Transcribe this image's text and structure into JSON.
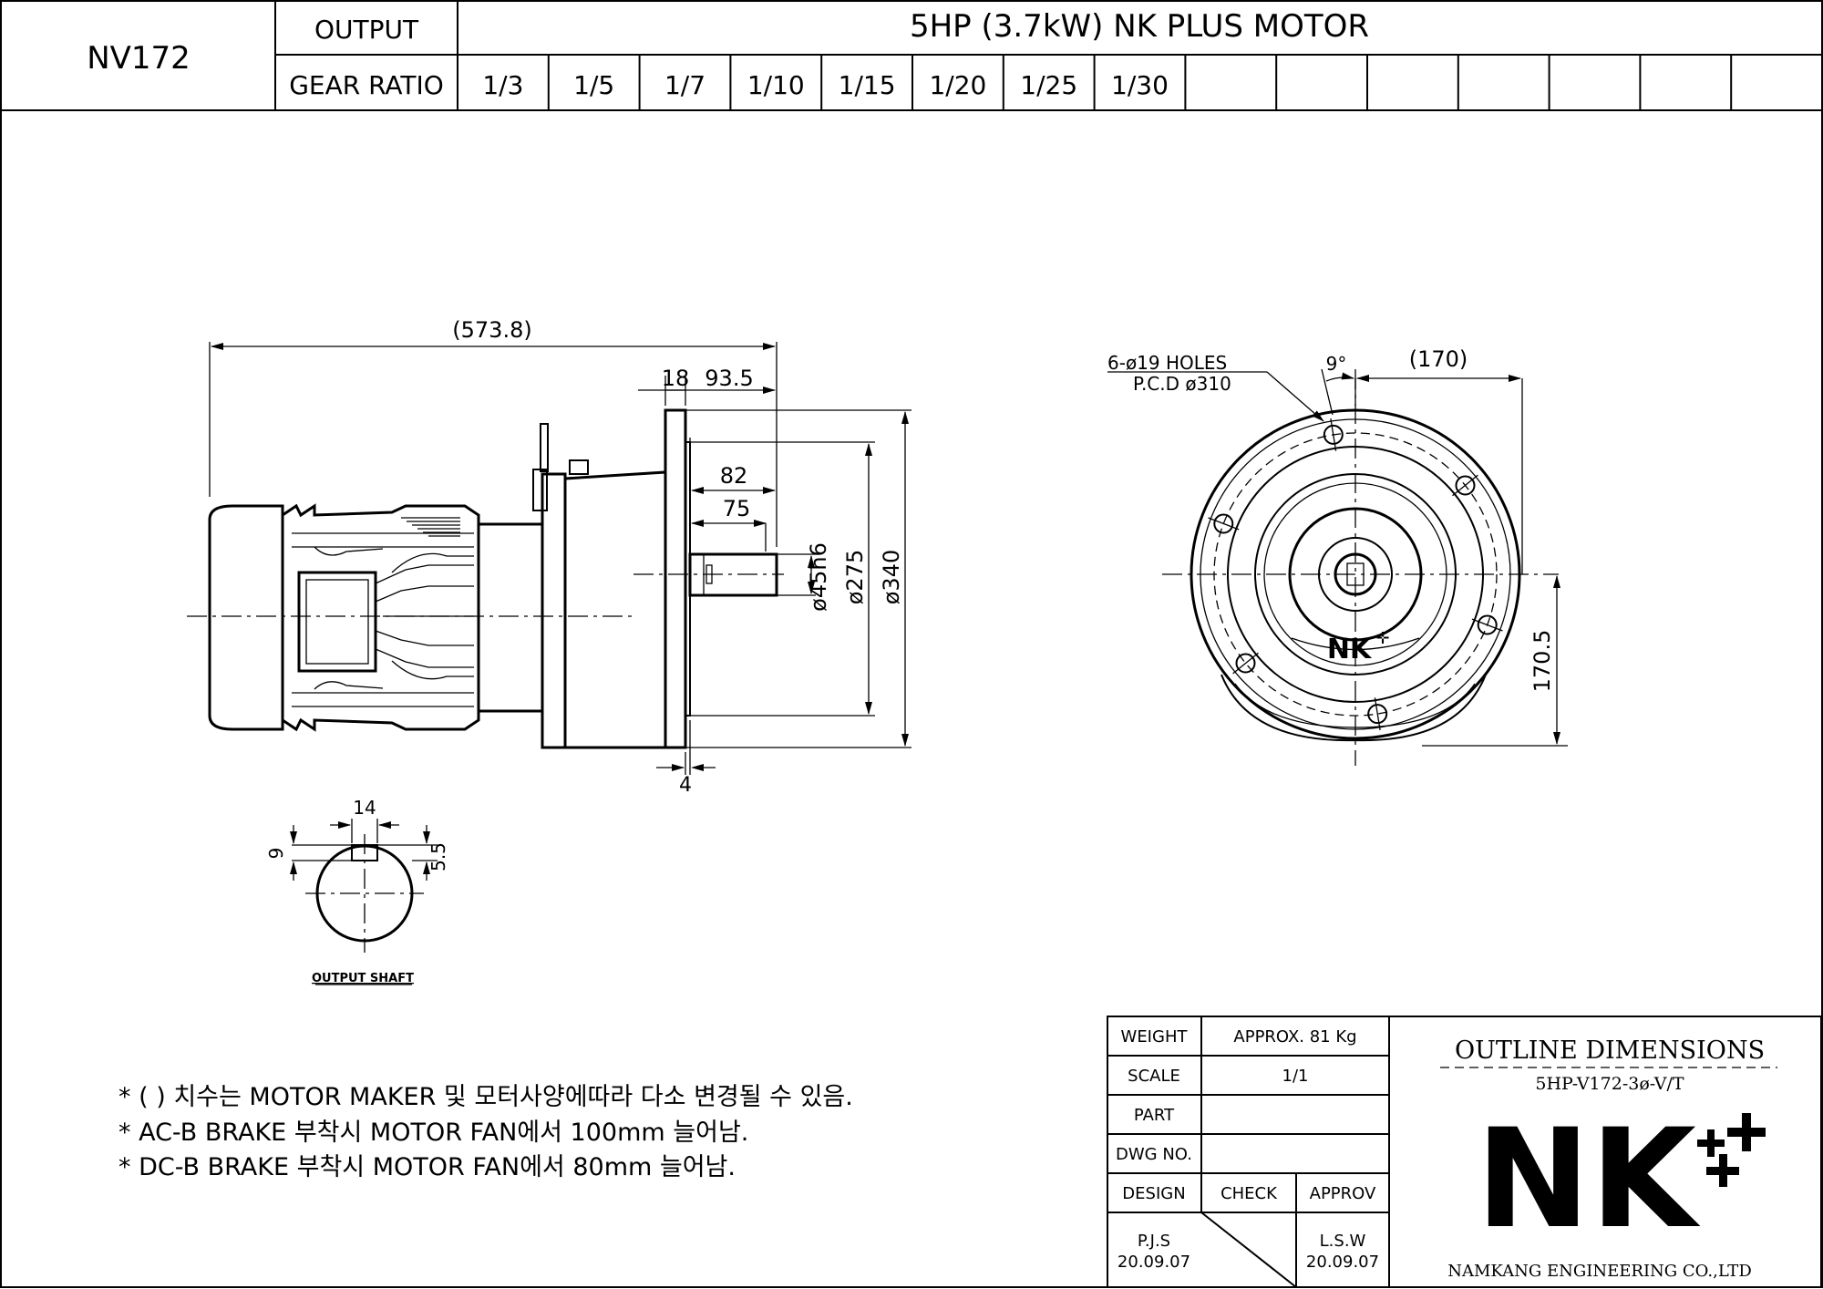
{
  "header": {
    "model": "NV172",
    "output_label": "OUTPUT",
    "output_value": "5HP (3.7kW) NK PLUS MOTOR",
    "gear_ratio_label": "GEAR RATIO",
    "ratios": [
      "1/3",
      "1/5",
      "1/7",
      "1/10",
      "1/15",
      "1/20",
      "1/25",
      "1/30",
      "",
      "",
      "",
      "",
      "",
      "",
      ""
    ]
  },
  "side_view": {
    "dim_overall": "(573.8)",
    "dim_flange_thk": "18",
    "dim_shaft_len": "93.5",
    "dim_82": "82",
    "dim_75": "75",
    "dim_shaft_dia": "ø45h6",
    "dim_spigot": "ø275",
    "dim_flange_dia": "ø340",
    "dim_4": "4"
  },
  "front_view": {
    "holes_line1": "6-ø19 HOLES",
    "holes_line2": "P.C.D ø310",
    "angle": "9°",
    "dim_170": "(170)",
    "dim_170_5": "170.5",
    "logo": "NK"
  },
  "shaft_detail": {
    "dim_14": "14",
    "dim_9": "9",
    "dim_5_5": "5.5",
    "label": "OUTPUT SHAFT"
  },
  "notes": [
    "* (   ) 치수는 MOTOR MAKER 및 모터사양에따라 다소 변경될 수 있음.",
    "* AC-B BRAKE 부착시 MOTOR FAN에서 100mm 늘어남.",
    "* DC-B BRAKE 부착시 MOTOR FAN에서 80mm 늘어남."
  ],
  "title_block": {
    "weight_label": "WEIGHT",
    "weight_value": "APPROX. 81 Kg",
    "scale_label": "SCALE",
    "scale_value": "1/1",
    "part_label": "PART",
    "part_value": "",
    "dwg_label": "DWG NO.",
    "dwg_value": "",
    "design_label": "DESIGN",
    "check_label": "CHECK",
    "approv_label": "APPROV",
    "design_name": "P.J.S",
    "design_date": "20.09.07",
    "approv_name": "L.S.W",
    "approv_date": "20.09.07",
    "outline_title": "OUTLINE DIMENSIONS",
    "outline_code": "5HP-V172-3ø-V/T",
    "company_logo": "NK",
    "company_name": "NAMKANG ENGINEERING CO.,LTD"
  }
}
